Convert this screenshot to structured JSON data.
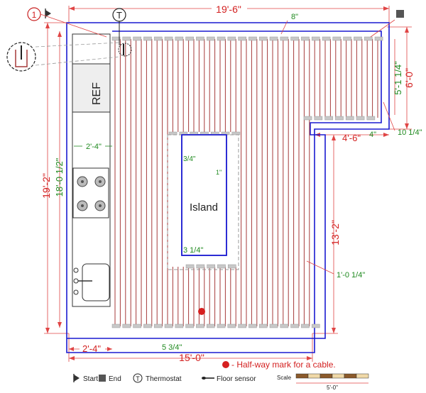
{
  "dimensions": {
    "top_width": "19'-6\"",
    "left_total": "19'-2\"",
    "left_inner": "18'-0 1/2\"",
    "bottom_width": "15'-0\"",
    "right_upper": "6'-0\"",
    "right_upper_inner": "5'-1 1/4\"",
    "notch_width": "4'-6\"",
    "right_lower": "13'-2\"",
    "counter_depth_bottom": "2'-4\""
  },
  "spacing_labels": {
    "top_8": "8\"",
    "counter_2_4": "2'-4\"",
    "island_3_4": "3/4\"",
    "island_1": "1\"",
    "island_3_1_4": "3 1/4\"",
    "bottom_5_3_4": "5 3/4\"",
    "notch_4": "4\"",
    "notch_10_1_4": "10 1/4\"",
    "right_1_0_1_4": "1'-0 1/4\""
  },
  "labels": {
    "ref": "REF",
    "island": "Island",
    "marker_start_num": "1",
    "thermostat_letter": "T",
    "halfway_note": "- Half-way mark for a cable."
  },
  "legend": {
    "start": "Start",
    "end": "End",
    "thermostat": "Thermostat",
    "floor_sensor": "Floor sensor",
    "scale_label": "Scale",
    "scale_value": "5'-0\""
  },
  "colors": {
    "cable": "#a63a3a",
    "boundary": "#1a1ad0",
    "dimension": "#e04545",
    "spacing_text": "#1f8a1f",
    "halfway_dot": "#d62020"
  }
}
